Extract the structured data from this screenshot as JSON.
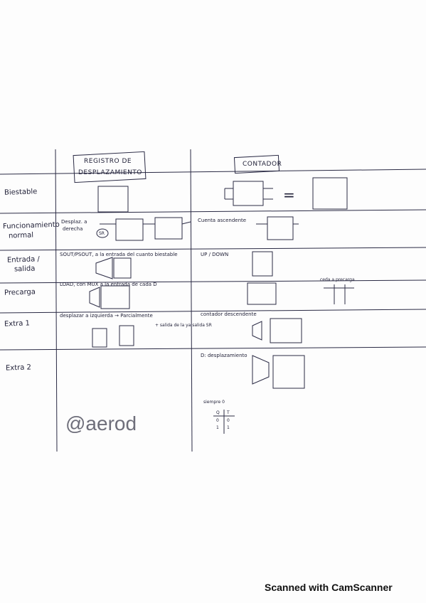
{
  "headers": {
    "left": [
      "REGISTRO DE",
      "DESPLAZAMIENTO"
    ],
    "right": "CONTADOR"
  },
  "rows": [
    {
      "label": "Biestable"
    },
    {
      "label": [
        "Funcionamiento",
        "normal"
      ]
    },
    {
      "label": [
        "Entrada /",
        "salida"
      ]
    },
    {
      "label": "Precarga"
    },
    {
      "label": "Extra 1"
    },
    {
      "label": "Extra 2"
    }
  ],
  "notes": {
    "r1_eq": "=",
    "r2_left": [
      "Desplaz. a",
      "derecha"
    ],
    "r2_sr": "SR",
    "r2_right": "Cuenta ascendente",
    "r3_left": "SOUT/PSOUT, a la entrada del cuanto biestable",
    "r3_right": "UP / DOWN",
    "r4_left": "LOAD, con MUX a la entrada de cada D",
    "r4_right_top": "ceda a precarga",
    "r5_left": "desplazar a izquierda → Parcialmente",
    "r5_right": "contador descendente",
    "r5_mid": "+ salida de la ya salida SR",
    "r6_right": "D: desplazamiento",
    "r6_sub": "siempre 0",
    "r6_table": [
      [
        "Q",
        "T"
      ],
      [
        "0",
        "0"
      ],
      [
        "1",
        "1"
      ]
    ]
  },
  "watermark": "@aerod",
  "footer": "Scanned with CamScanner"
}
